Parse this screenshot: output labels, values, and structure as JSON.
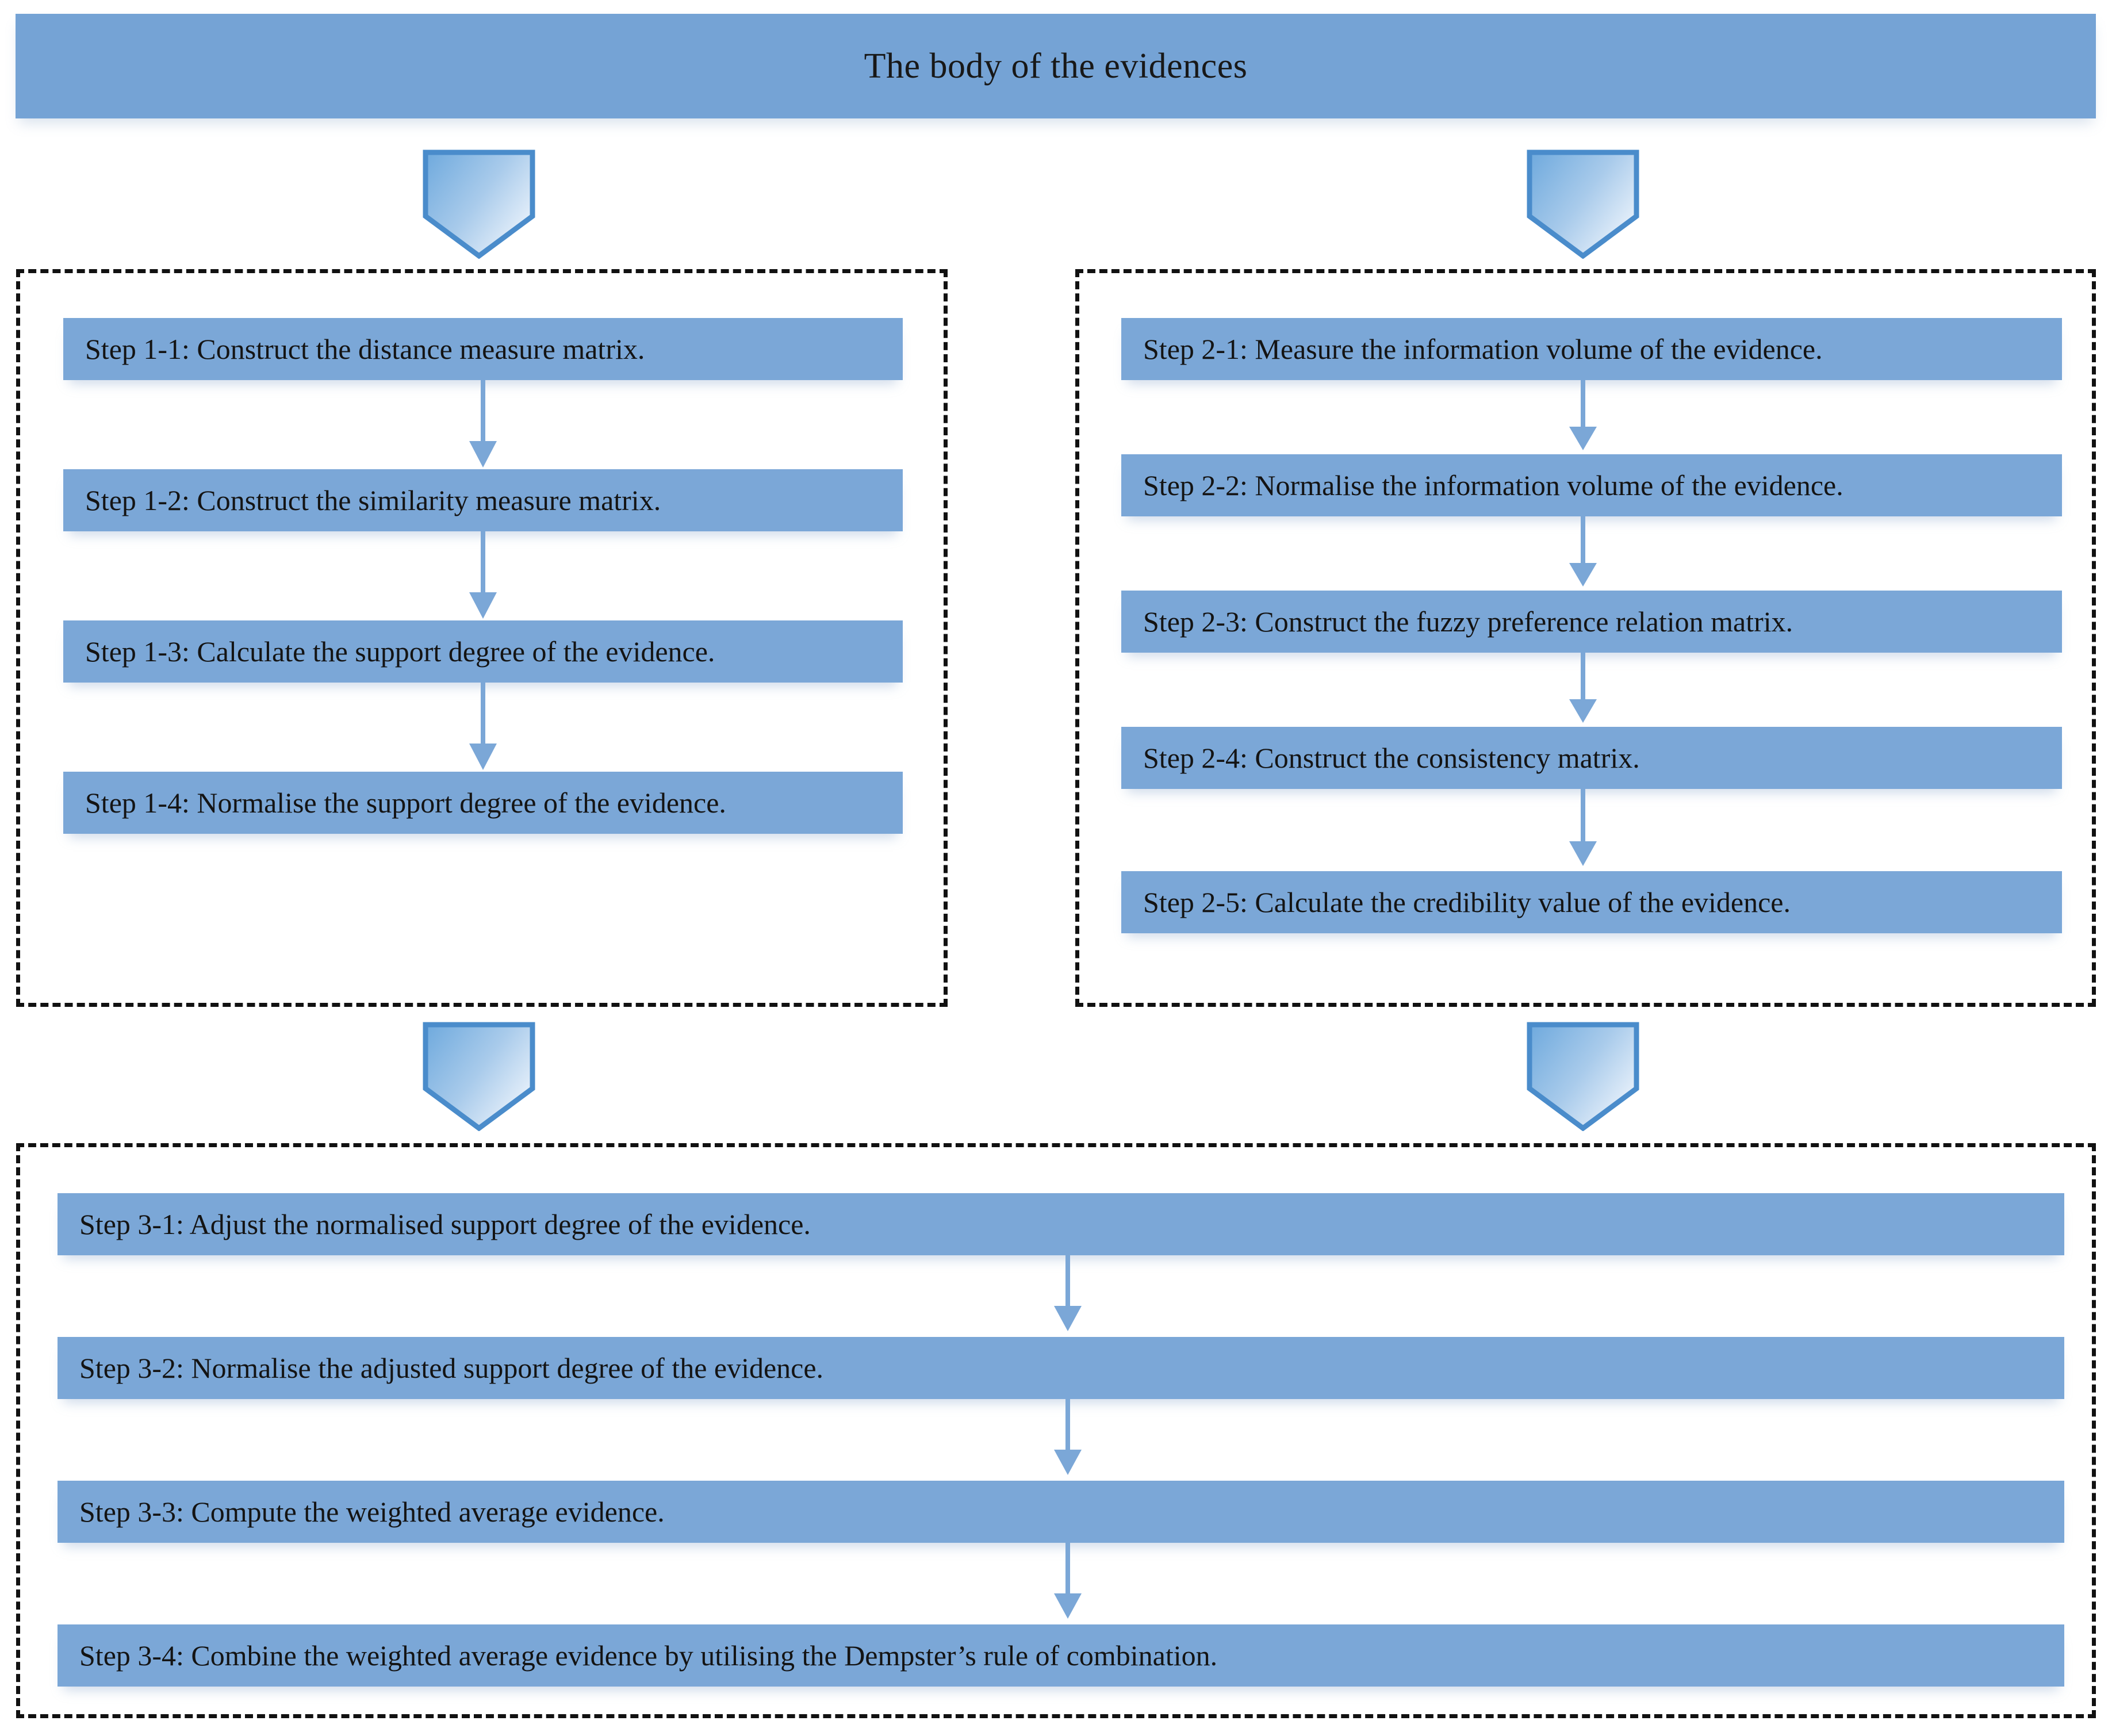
{
  "header": {
    "title": "The body of the evidences"
  },
  "groups": [
    {
      "id": "group-1",
      "steps": [
        {
          "label": "Step 1-1: Construct the distance measure matrix."
        },
        {
          "label": "Step 1-2: Construct the similarity measure matrix."
        },
        {
          "label": "Step 1-3: Calculate the support degree of the evidence."
        },
        {
          "label": "Step 1-4: Normalise the support degree of the evidence."
        }
      ]
    },
    {
      "id": "group-2",
      "steps": [
        {
          "label": "Step 2-1: Measure the information volume of the evidence."
        },
        {
          "label": "Step 2-2: Normalise the information volume of the evidence."
        },
        {
          "label": "Step 2-3: Construct the fuzzy preference relation matrix."
        },
        {
          "label": "Step 2-4: Construct the consistency matrix."
        },
        {
          "label": "Step 2-5: Calculate the credibility value of the evidence."
        }
      ]
    },
    {
      "id": "group-3",
      "steps": [
        {
          "label": "Step 3-1: Adjust the normalised support degree of the evidence."
        },
        {
          "label": "Step 3-2: Normalise the adjusted support degree of the evidence."
        },
        {
          "label": "Step 3-3: Compute the weighted average evidence."
        },
        {
          "label": "Step 3-4: Combine the weighted average evidence by utilising the Dempster’s rule of combination."
        }
      ]
    }
  ],
  "icons": {
    "pentagon_down": "pentagon-down-arrow-icon",
    "connector_down": "down-arrow-connector-icon"
  },
  "colors": {
    "header_fill": "#75a3d5",
    "step_fill": "#7ba7d7",
    "arrow_fill": "#7ba7d7",
    "pentagon_border": "#4a8ccb",
    "pentagon_gradient_start": "#6ea9dd",
    "pentagon_gradient_end": "#e8f1fa",
    "group_border": "#111111",
    "text": "#141414"
  }
}
